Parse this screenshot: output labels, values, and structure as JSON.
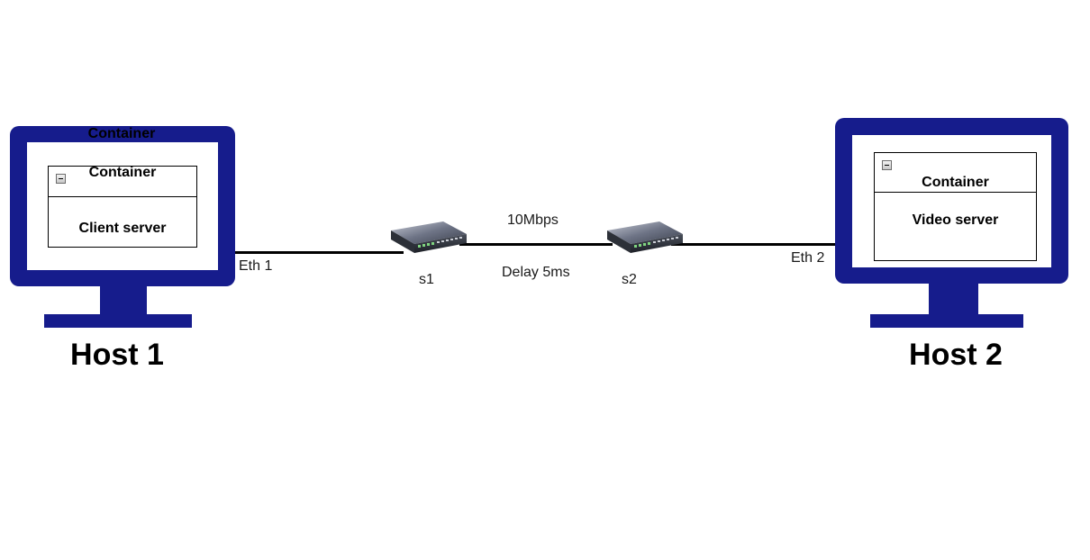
{
  "hosts": [
    {
      "label": "Host 1",
      "outer_container_label": "Container",
      "inner_container_label": "Container",
      "service_label": "Client server",
      "interface_label": "Eth 1"
    },
    {
      "label": "Host 2",
      "inner_container_label": "Container",
      "service_label": "Video server",
      "interface_label": "Eth 2"
    }
  ],
  "switches": [
    {
      "label": "s1",
      "icon": "network-switch-icon"
    },
    {
      "label": "s2",
      "icon": "network-switch-icon"
    }
  ],
  "link": {
    "bandwidth": "10Mbps",
    "delay": "Delay 5ms"
  },
  "colors": {
    "monitor": "#161c8c",
    "link": "#000000"
  }
}
